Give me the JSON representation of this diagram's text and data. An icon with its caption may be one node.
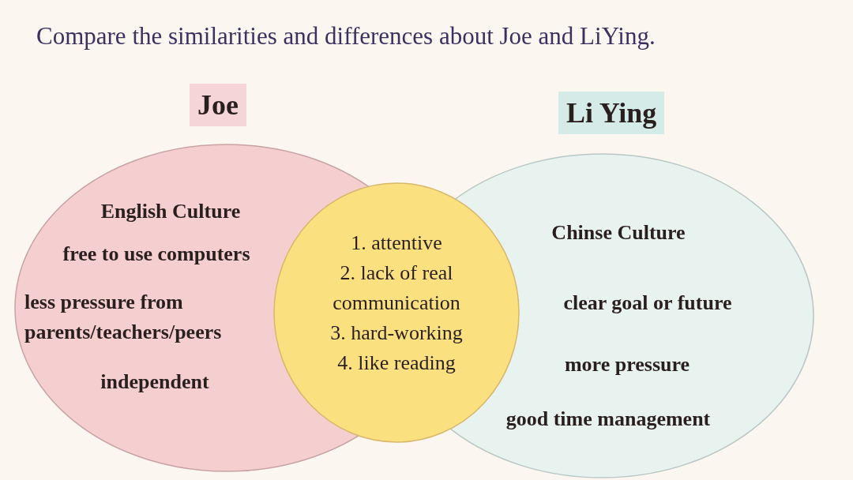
{
  "diagram": {
    "title": "Compare the similarities and differences about Joe and LiYing.",
    "nodes": [
      {
        "text": [
          "Joe"
        ]
      },
      {
        "text": [
          "Li Ying"
        ]
      },
      {
        "text": [
          "English Culture",
          "free to use computers",
          "less pressure from parents/teachers/peers",
          "independent"
        ]
      },
      {
        "text": [
          "1. attentive",
          "2. lack of real communication",
          "3. hard-working",
          "4. like reading"
        ]
      },
      {
        "text": [
          "Chinse Culture",
          "clear goal or future",
          "more pressure",
          "good time management"
        ]
      }
    ]
  }
}
